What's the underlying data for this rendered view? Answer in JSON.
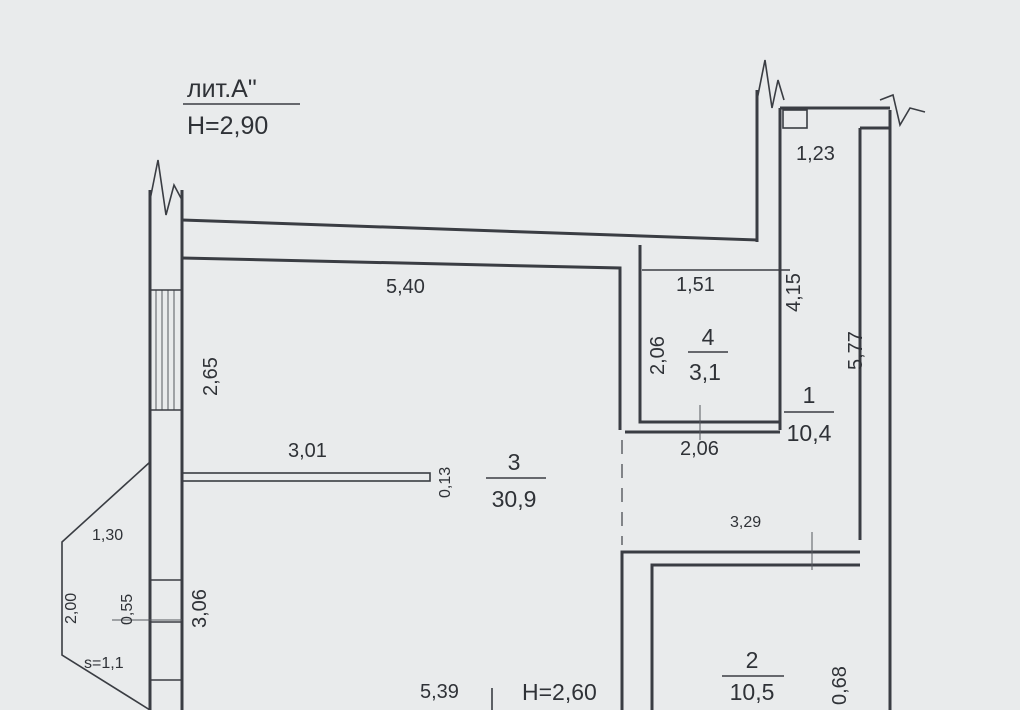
{
  "header": {
    "liter": "лит.А\"",
    "height": "H=2,90"
  },
  "rooms": [
    {
      "number": "1",
      "area": "10,4"
    },
    {
      "number": "2",
      "area": "10,5"
    },
    {
      "number": "3",
      "area": "30,9"
    },
    {
      "number": "4",
      "area": "3,1"
    }
  ],
  "height_lower": "H=2,60",
  "dimensions": {
    "d_123": "1,23",
    "d_540": "5,40",
    "d_151": "1,51",
    "d_415": "4,15",
    "d_577": "5,77",
    "d_206a": "2,06",
    "d_206b": "2,06",
    "d_265": "2,65",
    "d_301": "3,01",
    "d_013": "0,13",
    "d_329": "3,29",
    "d_130": "1,30",
    "d_200": "2,00",
    "d_055": "0,55",
    "d_306": "3,06",
    "d_s11": "s=1,1",
    "d_539": "5,39",
    "d_068": "0,68"
  }
}
